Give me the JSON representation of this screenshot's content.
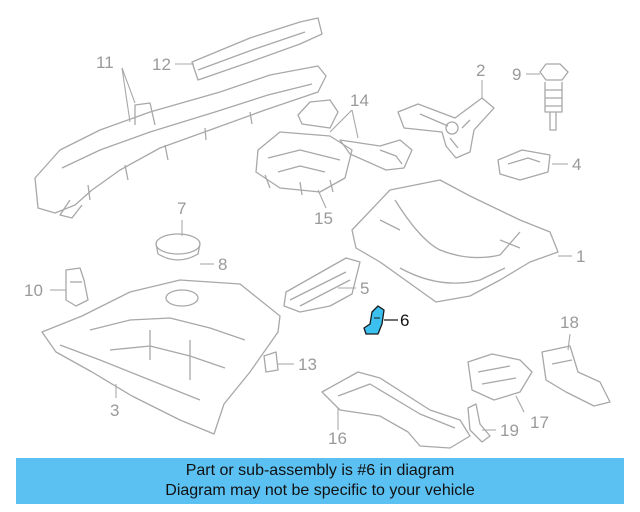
{
  "colors": {
    "outline": "#a8a8a8",
    "highlight": "#3cc0f0",
    "banner": "#5bc0f2",
    "label": "#9a9a9a"
  },
  "callouts": {
    "c1": "1",
    "c2": "2",
    "c3": "3",
    "c4": "4",
    "c5": "5",
    "c6": "6",
    "c7": "7",
    "c8": "8",
    "c9": "9",
    "c10": "10",
    "c11": "11",
    "c12": "12",
    "c13": "13",
    "c14": "14",
    "c15": "15",
    "c16": "16",
    "c17": "17",
    "c18": "18",
    "c19": "19"
  },
  "highlighted_part": "6",
  "banner": {
    "line1": "Part or sub-assembly is #6 in diagram",
    "line2": "Diagram may not be specific to your vehicle"
  }
}
